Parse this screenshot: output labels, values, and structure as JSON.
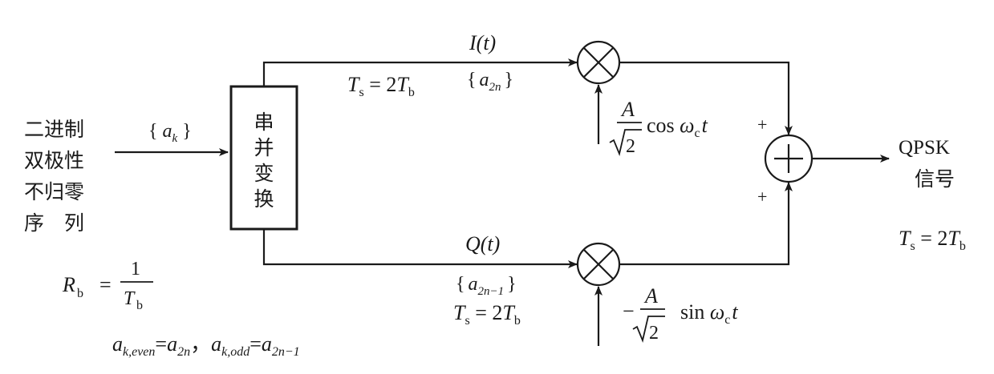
{
  "input": {
    "lines": [
      "二进制",
      "双极性",
      "不归零",
      "序　列"
    ],
    "seq_open": "{",
    "seq_var": "a",
    "seq_sub": "k",
    "seq_close": "}"
  },
  "rate": {
    "R": "R",
    "R_sub": "b",
    "eq": "=",
    "num": "1",
    "den": "T",
    "den_sub": "b"
  },
  "converter": {
    "chars": [
      "串",
      "并",
      "变",
      "换"
    ]
  },
  "i_branch": {
    "label": "I(t)",
    "ts_T": "T",
    "ts_sub": "s",
    "ts_eq": " = 2",
    "ts_T2": "T",
    "ts_sub2": "b",
    "seq_open": "{",
    "seq_var": "a",
    "seq_sub": "2n",
    "seq_close": "}"
  },
  "q_branch": {
    "label": "Q(t)",
    "ts_T": "T",
    "ts_sub": "s",
    "ts_eq": " = 2",
    "ts_T2": "T",
    "ts_sub2": "b",
    "seq_open": "{",
    "seq_var": "a",
    "seq_sub": "2n−1",
    "seq_close": "}"
  },
  "carriers": {
    "cos_sign": "",
    "cos_A": "A",
    "cos_root": "2",
    "cos_fn": "cos ",
    "cos_omega": "ω",
    "cos_c": "c",
    "cos_t": "t",
    "sin_sign": "−",
    "sin_A": "A",
    "sin_root": "2",
    "sin_fn": "sin ",
    "sin_omega": "ω",
    "sin_c": "c",
    "sin_t": "t"
  },
  "adder": {
    "plus_top": "+",
    "plus_bottom": "+",
    "symbol": "+"
  },
  "multipliers": {
    "symbol": "×"
  },
  "output": {
    "line1": "QPSK",
    "line2": "信号",
    "ts_T": "T",
    "ts_sub": "s",
    "ts_eq": " = 2",
    "ts_T2": "T",
    "ts_sub2": "b"
  },
  "formula": {
    "a1": "a",
    "a1_sub": "k,even",
    "eq1": "=",
    "a2": "a",
    "a2_sub": "2n",
    "sep": "，",
    "a3": "a",
    "a3_sub": "k,odd",
    "eq2": "=",
    "a4": "a",
    "a4_sub": "2n−1"
  }
}
